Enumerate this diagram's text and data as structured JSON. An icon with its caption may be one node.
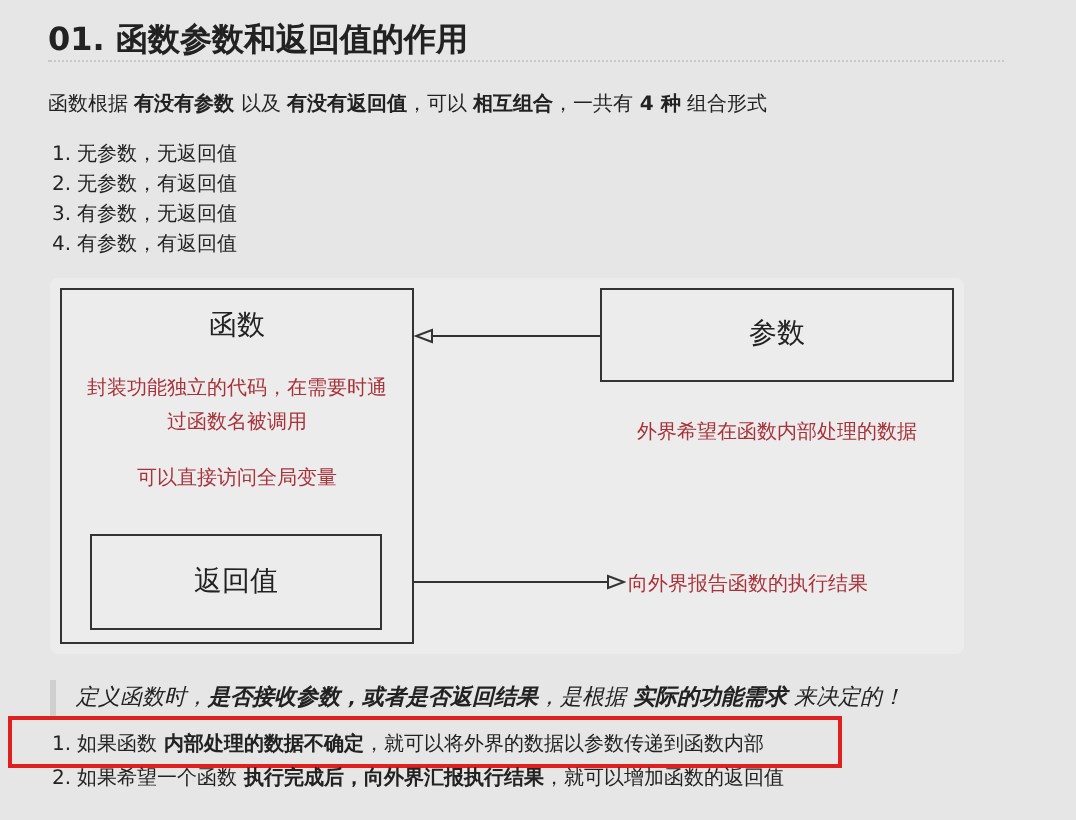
{
  "diagram": {
    "title": "01. 函数参数和返回值的作用",
    "nodes": [
      {
        "text": [
          "函数",
          "封装功能独立的代码，在需要时通过函数名被调用",
          "可以直接访问全局变量"
        ]
      },
      {
        "text": [
          "返回值"
        ],
        "in": 0
      },
      {
        "text": [
          "参数"
        ],
        "beside": [
          "外界希望在函数内部处理的数据"
        ]
      },
      {
        "text": [
          "向外界报告函数的执行结果"
        ]
      }
    ],
    "edges": [
      {
        "from": 2,
        "to": 0,
        "arrow": "to"
      },
      {
        "from": 1,
        "to": 3,
        "arrow": "to"
      }
    ],
    "labels": [
      "函数根据 **有没有参数** 以及 **有没有返回值**，可以 **相互组合**，一共有 **4 种** 组合形式",
      "1. 无参数，无返回值",
      "2. 无参数，有返回值",
      "3. 有参数，无返回值",
      "4. 有参数，有返回值",
      "定义函数时，**是否接收参数，或者是否返回结果**，是根据 **实际的功能需求** 来决定的！",
      "1. 如果函数 **内部处理的数据不确定**，就可以将外界的数据以参数传递到函数内部",
      "2. 如果希望一个函数 **执行完成后，向外界汇报执行结果**，就可以增加函数的返回值"
    ]
  }
}
